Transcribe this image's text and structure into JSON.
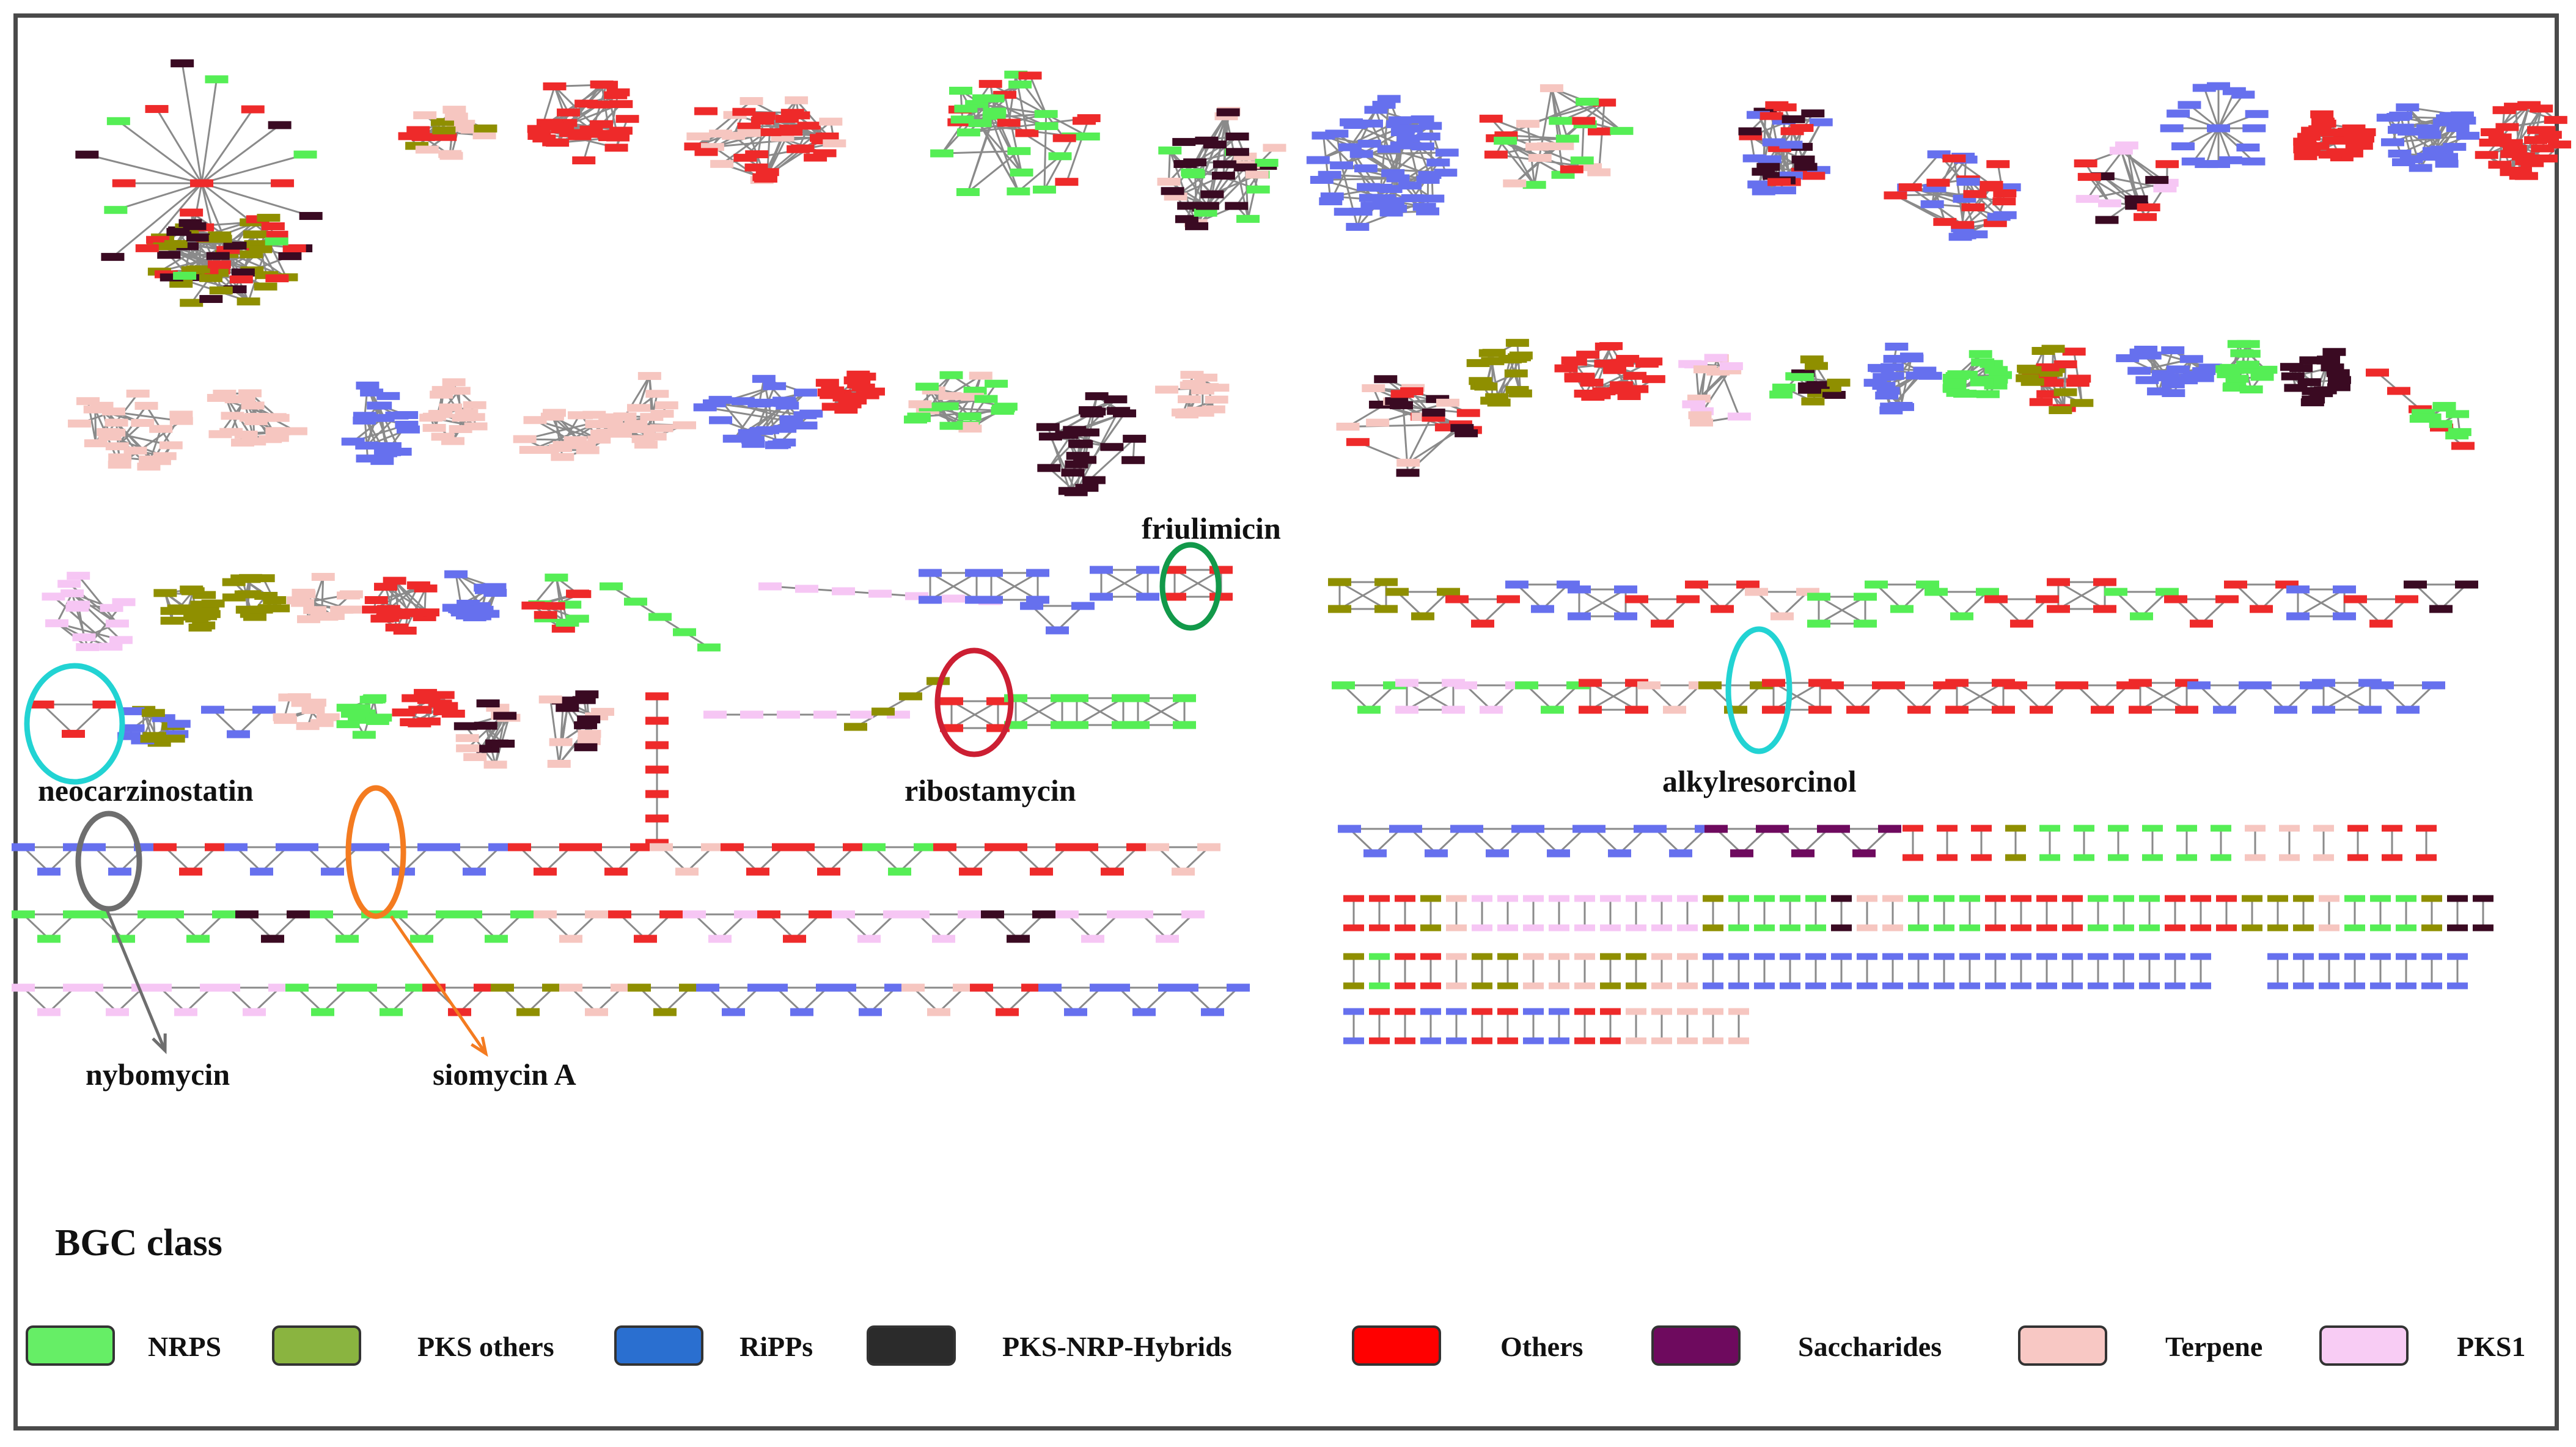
{
  "diagram": {
    "legend_title": "BGC class",
    "legend": [
      {
        "label": "NRPS",
        "color": "#66ee66"
      },
      {
        "label": "PKS others",
        "color": "#8ab440"
      },
      {
        "label": "RiPPs",
        "color": "#2a6fd0"
      },
      {
        "label": "PKS-NRP-Hybrids",
        "color": "#2b2b2b"
      },
      {
        "label": "Others",
        "color": "#ff0000"
      },
      {
        "label": "Saccharides",
        "color": "#6e0a5e"
      },
      {
        "label": "Terpene",
        "color": "#f8c8c4"
      },
      {
        "label": "PKS1",
        "color": "#f8ccf4"
      }
    ],
    "node_colors": {
      "nrps": "#55ee55",
      "pks_others": "#8f8f00",
      "ripps": "#6670ee",
      "pks_nrp_hybrids": "#3a0a22",
      "others": "#ee2a2a",
      "saccharides": "#6e0a5e",
      "terpene": "#f6c6c0",
      "pks1": "#f6c6f4",
      "edge": "#8a8a8a"
    },
    "annotations": [
      {
        "label": "friulimicin",
        "highlight_color": "#12994a"
      },
      {
        "label": "neocarzinostatin",
        "highlight_color": "#22d3d3"
      },
      {
        "label": "ribostamycin",
        "highlight_color": "#cc1f33"
      },
      {
        "label": "alkylresorcinol",
        "highlight_color": "#22d3d3"
      },
      {
        "label": "nybomycin",
        "highlight_color": "#6e6e6e"
      },
      {
        "label": "siomycin A",
        "highlight_color": "#f47b20"
      }
    ]
  }
}
